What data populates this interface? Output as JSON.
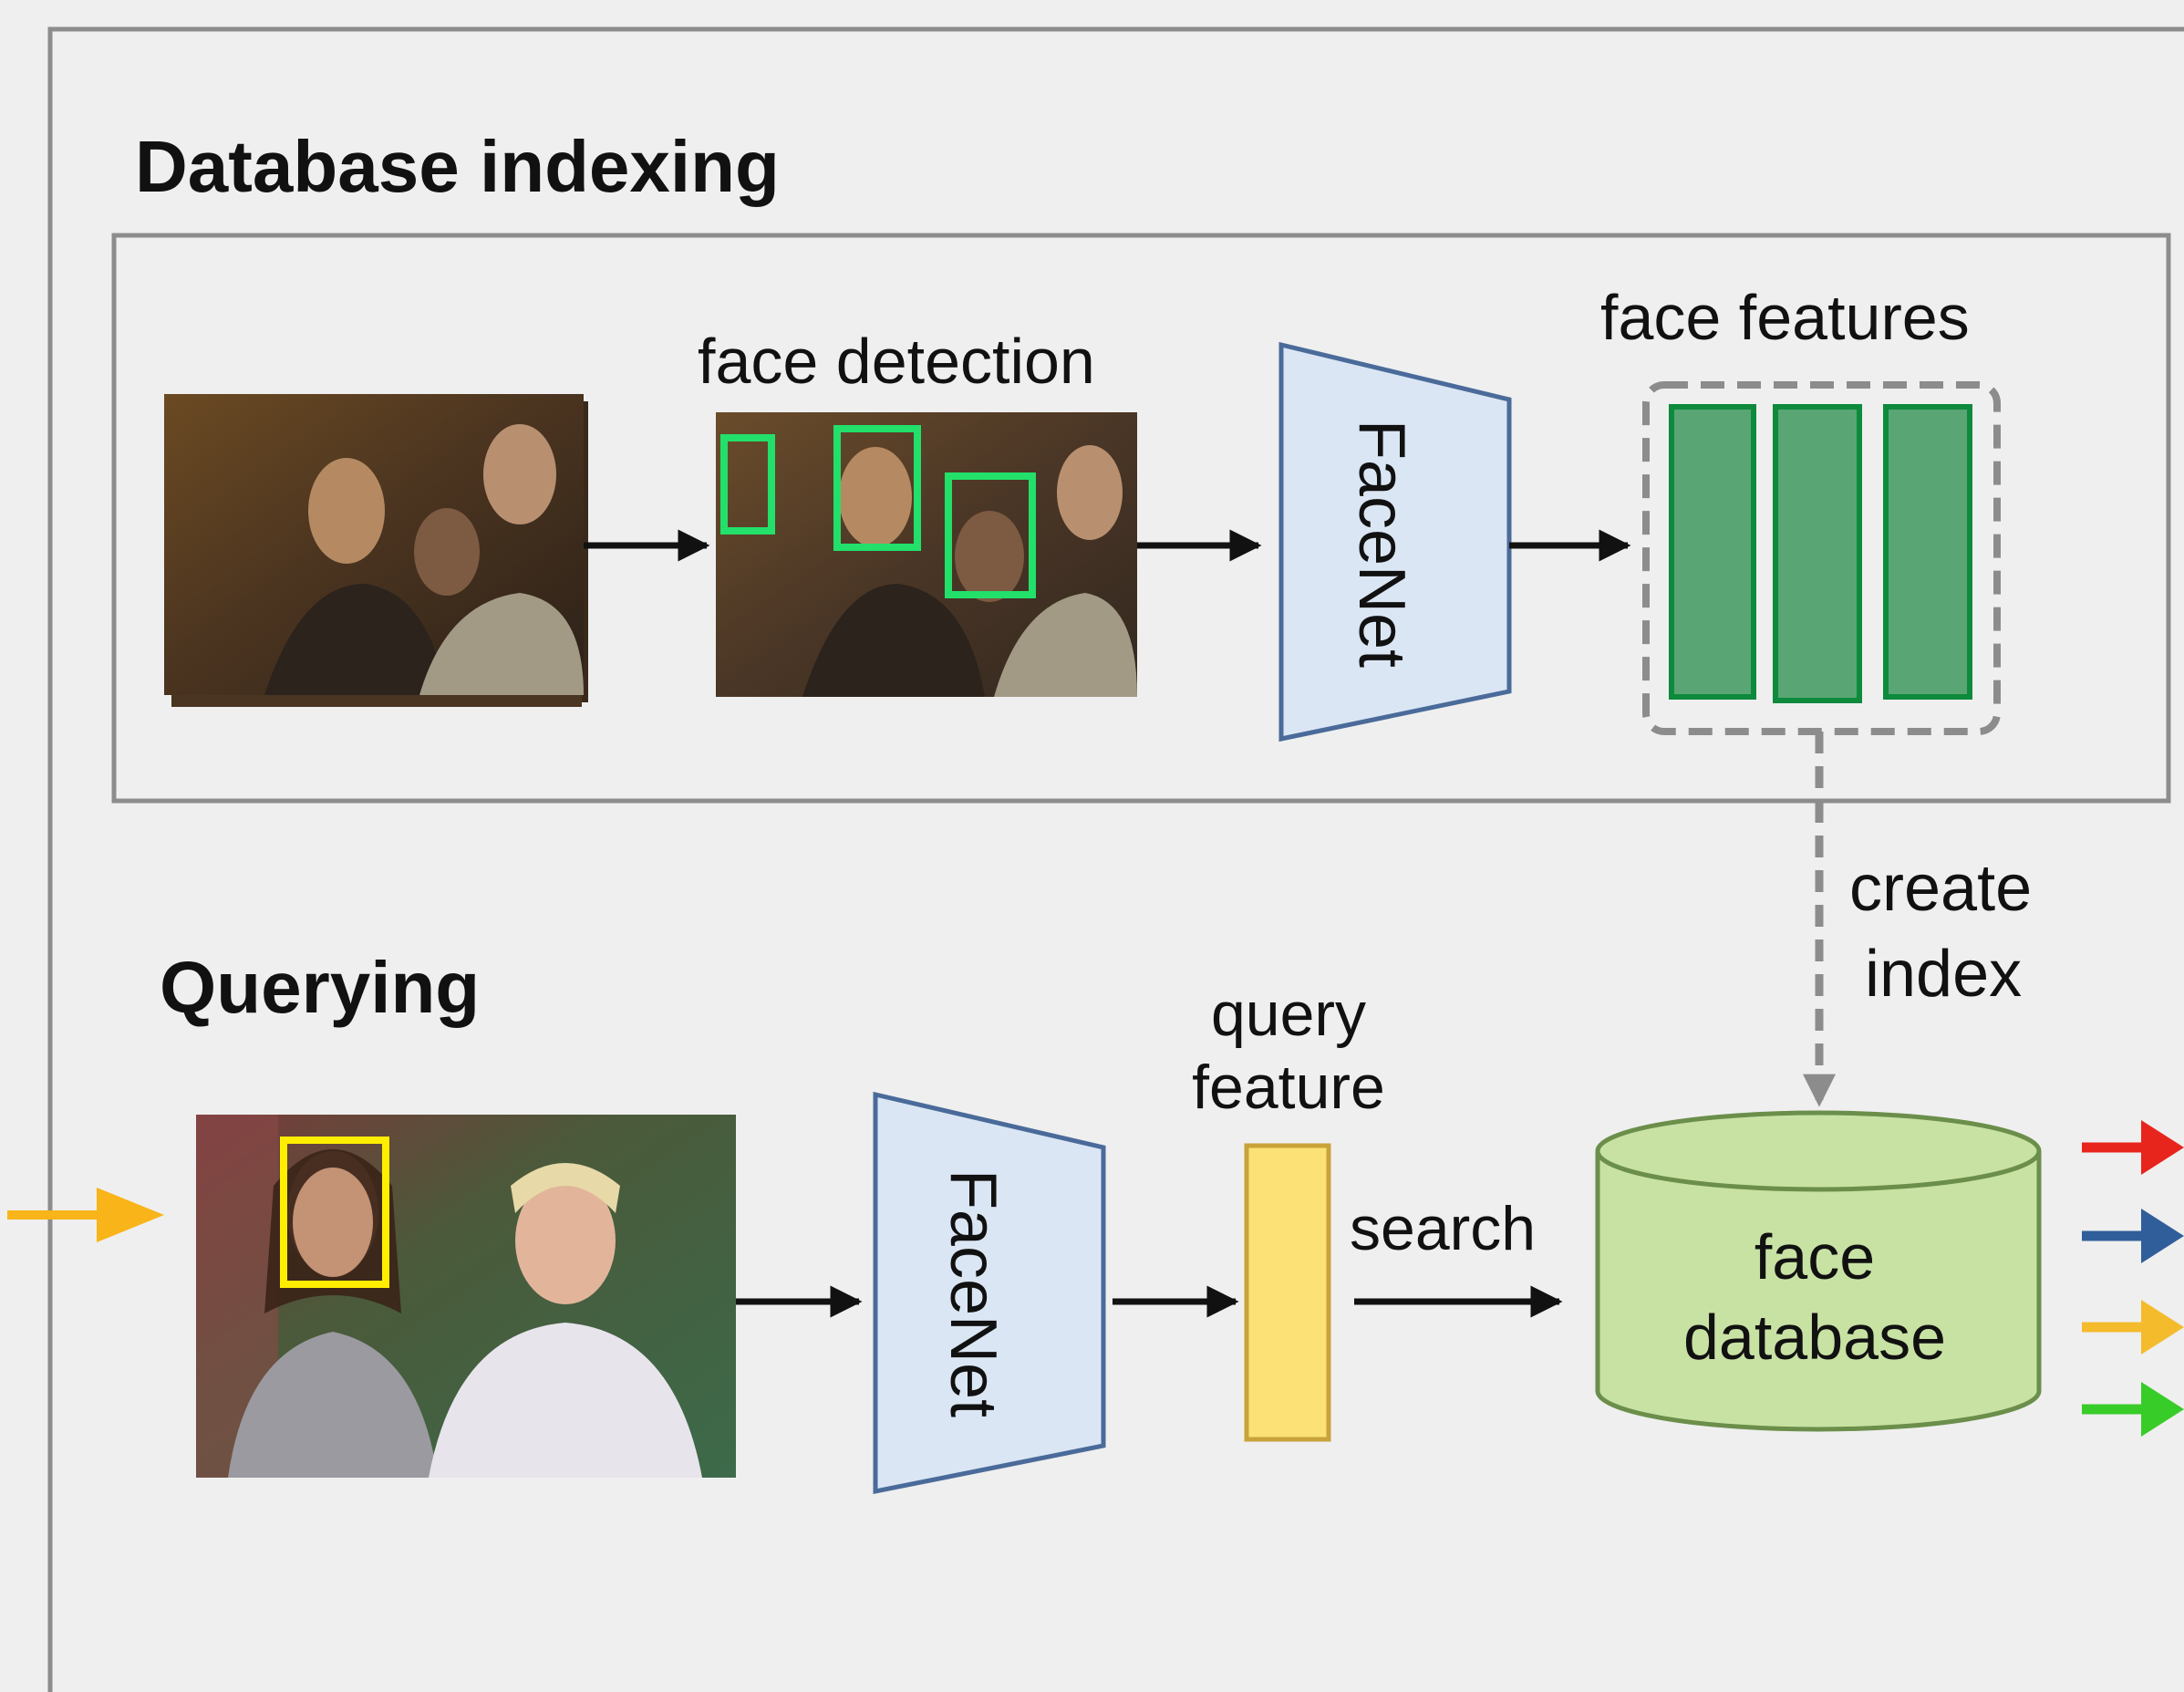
{
  "indexing": {
    "title": "Database indexing",
    "detection_label": "face detection",
    "model_label": "FaceNet",
    "features_label": "face features"
  },
  "link": {
    "label_line1": "create",
    "label_line2": "index"
  },
  "querying": {
    "title": "Querying",
    "model_label": "FaceNet",
    "feature_label_line1": "query",
    "feature_label_line2": "feature",
    "search_label": "search",
    "database_label_line1": "face",
    "database_label_line2": "database"
  },
  "colors": {
    "background": "#efefef",
    "panel_border": "#8c8c8c",
    "facenet_fill": "#dbe6f4",
    "facenet_stroke": "#4a6b9a",
    "feature_fill": "#5aa574",
    "feature_stroke": "#0d8a3c",
    "detection_box": "#22e06a",
    "query_box": "#ffee00",
    "query_feature_fill": "#fbe176",
    "database_fill": "#c8e2a4",
    "database_stroke": "#6b8f4a",
    "arrow_in": "#f8b418",
    "out_red": "#e8251c",
    "out_blue": "#2f5e9a",
    "out_yellow": "#f4bb2c",
    "out_green": "#38cc28"
  },
  "icons": [
    "arrow-right-icon",
    "dashed-arrow-down-icon",
    "database-cylinder-icon"
  ]
}
